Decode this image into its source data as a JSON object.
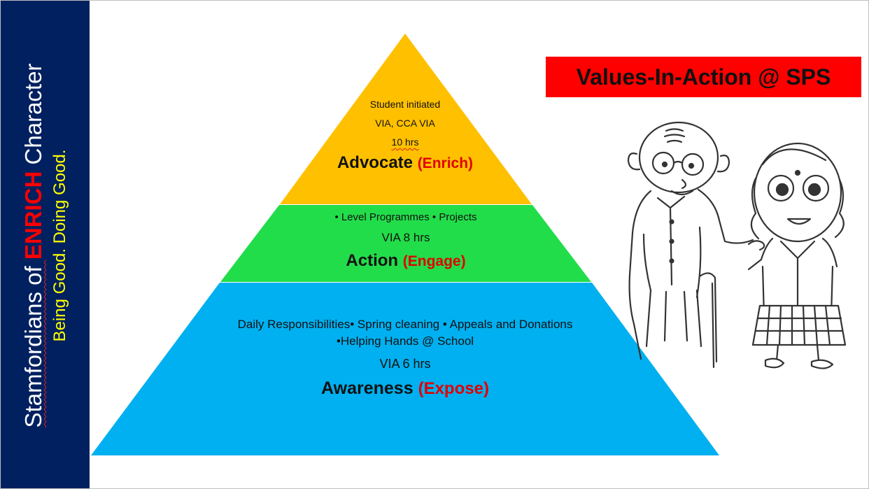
{
  "sidebar": {
    "line1_prefix": "Stamfordians of ",
    "line1_highlight": "ENRICH",
    "line1_suffix": " Character",
    "line2": "Being Good. Doing Good."
  },
  "title": "Values-In-Action @ SPS",
  "pyramid": {
    "top": {
      "line1": "Student initiated",
      "line2": "VIA, CCA VIA",
      "line3": "10 hrs",
      "heading": "Advocate",
      "tag": "(Enrich)",
      "color": "#FFC000"
    },
    "middle": {
      "line1": "• Level Programmes • Projects",
      "line2": "VIA 8 hrs",
      "heading": "Action",
      "tag": "(Engage)",
      "color": "#22DD4A"
    },
    "bottom": {
      "line1": "Daily Responsibilities• Spring cleaning • Appeals and Donations",
      "line2": "•Helping Hands @ School",
      "line3": "VIA 6 hrs",
      "heading": "Awareness",
      "tag": "(Expose)",
      "color": "#00B0F0"
    }
  },
  "illustration": {
    "icon": "elderly-man-and-girl-icon"
  }
}
